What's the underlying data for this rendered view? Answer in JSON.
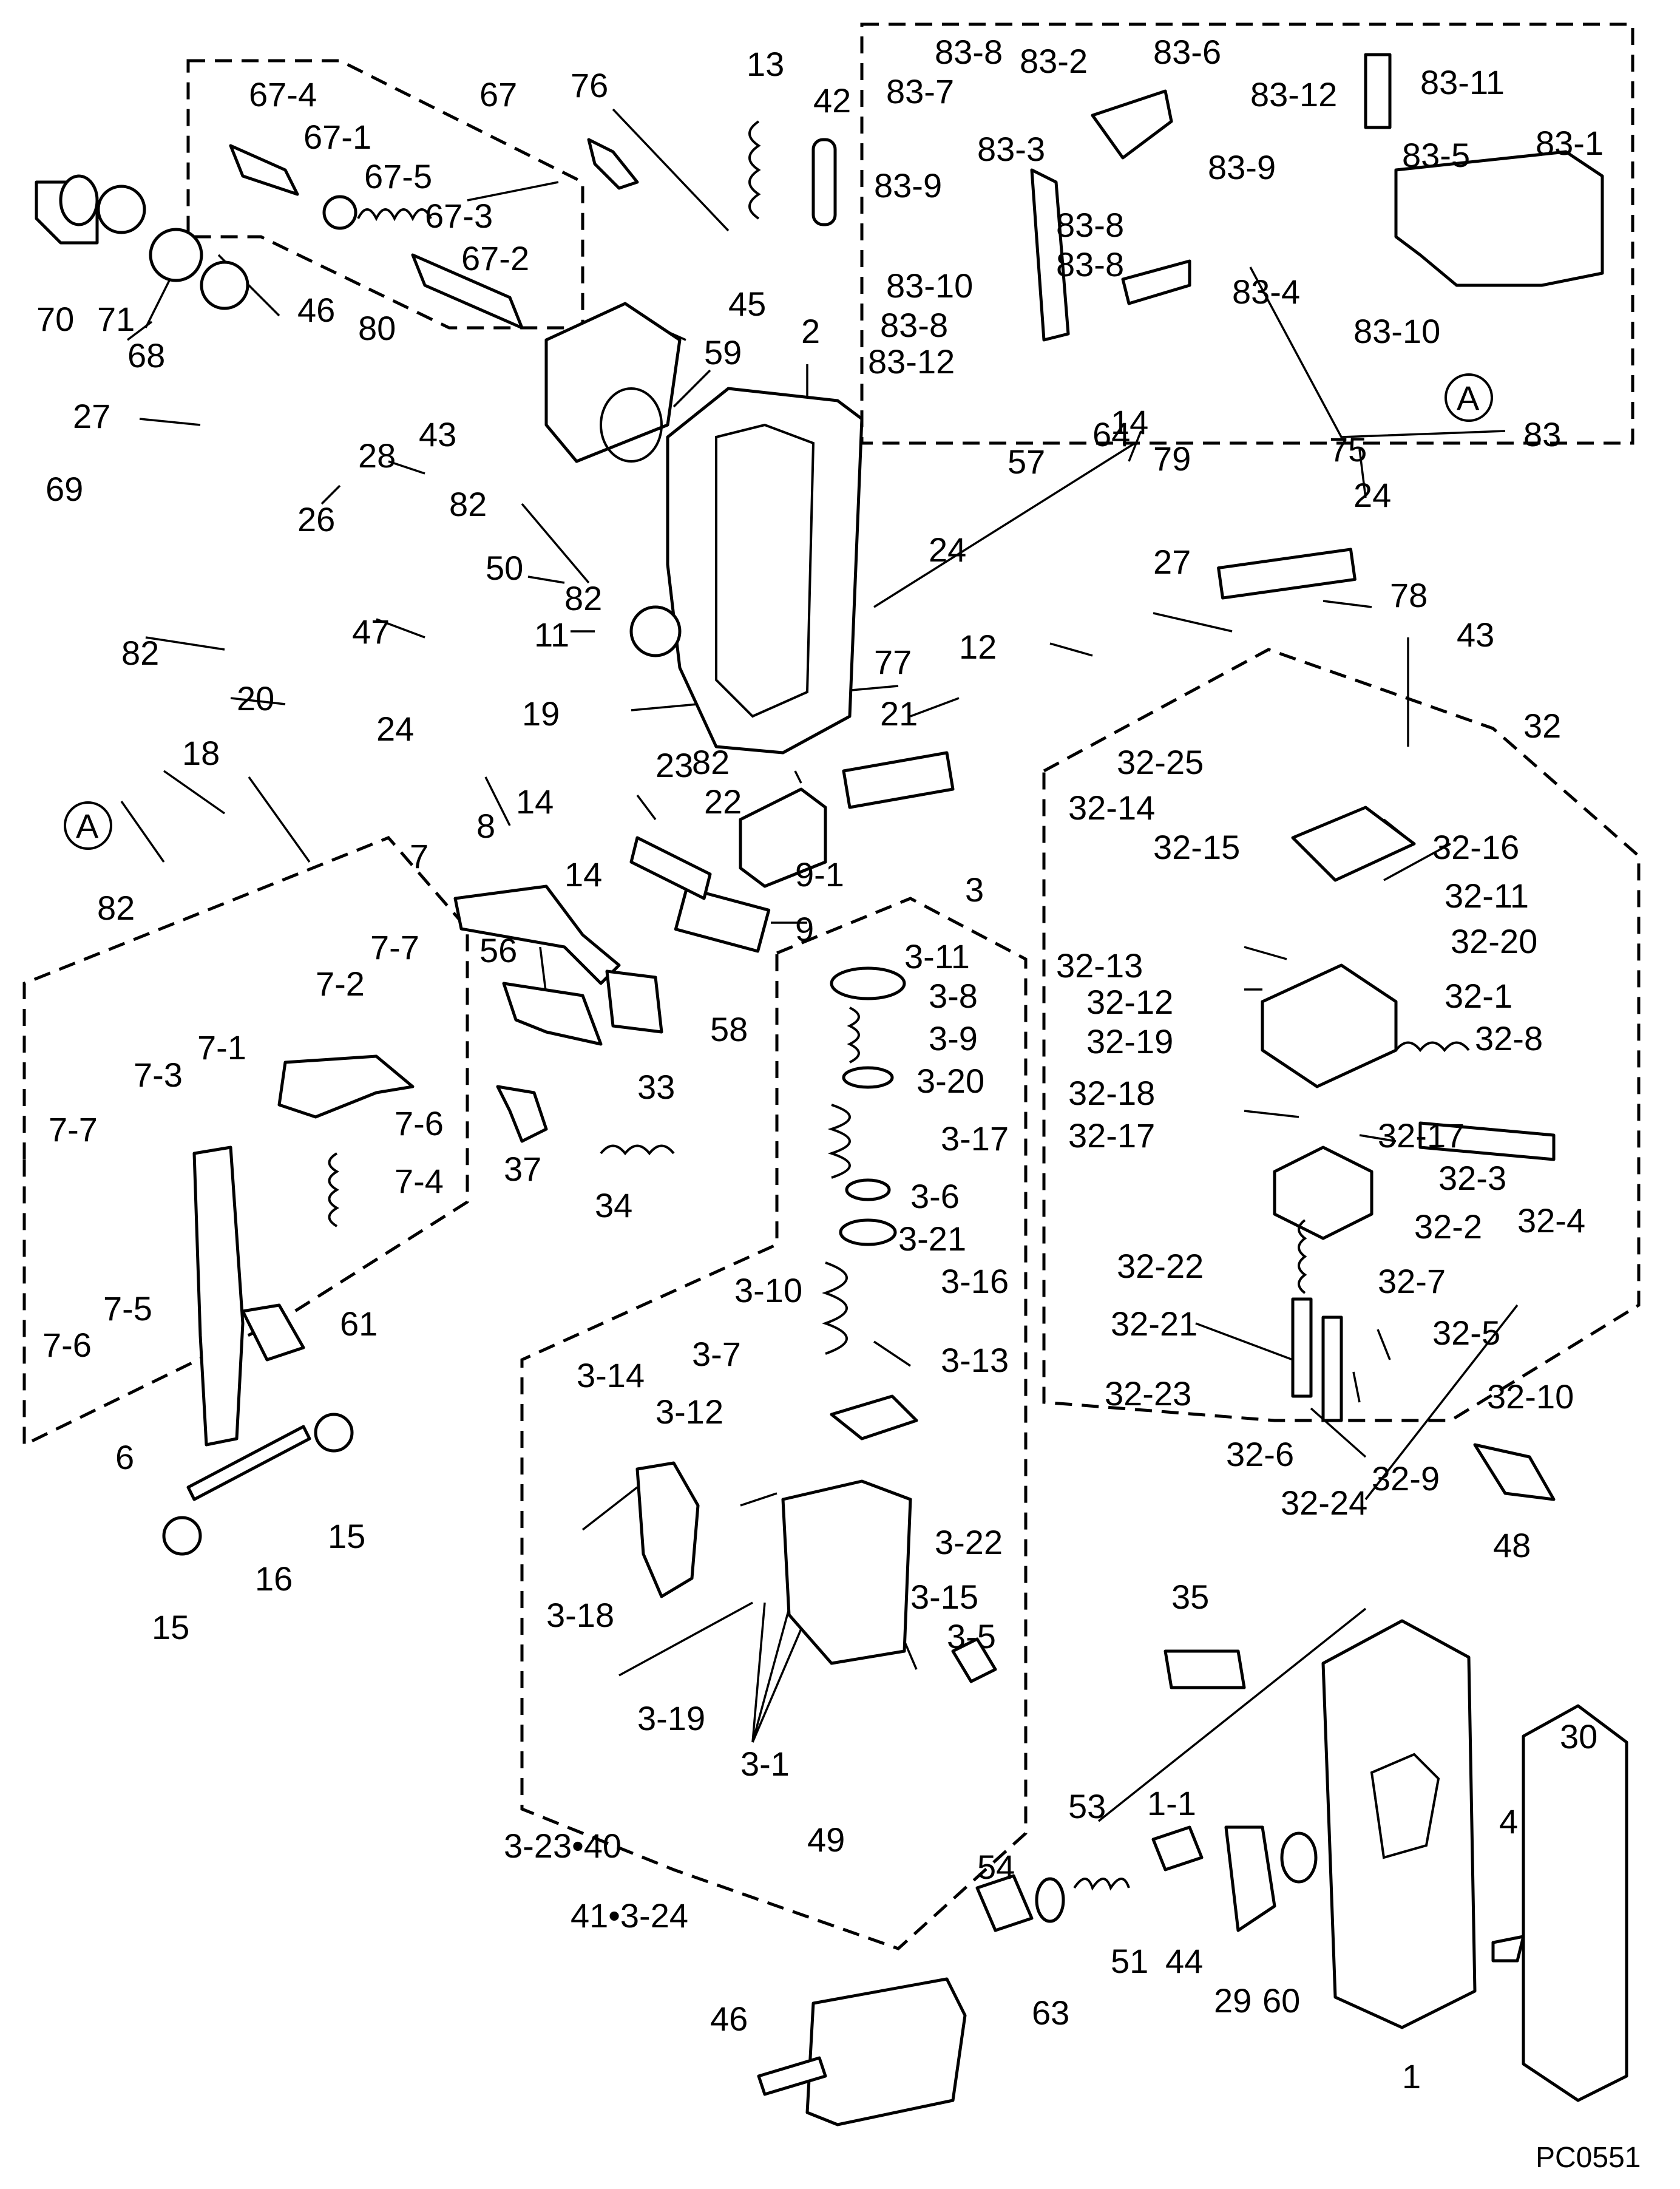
{
  "figure_code": "PC0551",
  "callouts": [
    {
      "id": "c-67-4",
      "text": "67-4"
    },
    {
      "id": "c-67",
      "text": "67"
    },
    {
      "id": "c-76",
      "text": "76"
    },
    {
      "id": "c-13",
      "text": "13"
    },
    {
      "id": "c-42",
      "text": "42"
    },
    {
      "id": "c-67-1",
      "text": "67-1"
    },
    {
      "id": "c-67-5",
      "text": "67-5"
    },
    {
      "id": "c-67-3",
      "text": "67-3"
    },
    {
      "id": "c-67-2",
      "text": "67-2"
    },
    {
      "id": "c-70",
      "text": "70"
    },
    {
      "id": "c-71",
      "text": "71"
    },
    {
      "id": "c-68",
      "text": "68"
    },
    {
      "id": "c-46a",
      "text": "46"
    },
    {
      "id": "c-80",
      "text": "80"
    },
    {
      "id": "c-45",
      "text": "45"
    },
    {
      "id": "c-2",
      "text": "2"
    },
    {
      "id": "c-59",
      "text": "59"
    },
    {
      "id": "c-27a",
      "text": "27"
    },
    {
      "id": "c-43a",
      "text": "43"
    },
    {
      "id": "c-28",
      "text": "28"
    },
    {
      "id": "c-82a",
      "text": "82"
    },
    {
      "id": "c-69",
      "text": "69"
    },
    {
      "id": "c-26",
      "text": "26"
    },
    {
      "id": "c-50",
      "text": "50"
    },
    {
      "id": "c-82b",
      "text": "82"
    },
    {
      "id": "c-82c",
      "text": "82"
    },
    {
      "id": "c-47",
      "text": "47"
    },
    {
      "id": "c-11",
      "text": "11"
    },
    {
      "id": "c-24a",
      "text": "24"
    },
    {
      "id": "c-20",
      "text": "20"
    },
    {
      "id": "c-19",
      "text": "19"
    },
    {
      "id": "c-18",
      "text": "18"
    },
    {
      "id": "c-Aa",
      "text": "A"
    },
    {
      "id": "c-82d",
      "text": "82"
    },
    {
      "id": "c-82e",
      "text": "82"
    },
    {
      "id": "c-14a",
      "text": "14"
    },
    {
      "id": "c-23",
      "text": "23"
    },
    {
      "id": "c-22",
      "text": "22"
    },
    {
      "id": "c-21",
      "text": "21"
    },
    {
      "id": "c-77",
      "text": "77"
    },
    {
      "id": "c-9-1",
      "text": "9-1"
    },
    {
      "id": "c-9",
      "text": "9"
    },
    {
      "id": "c-8",
      "text": "8"
    },
    {
      "id": "c-7",
      "text": "7"
    },
    {
      "id": "c-14b",
      "text": "14"
    },
    {
      "id": "c-56",
      "text": "56"
    },
    {
      "id": "c-58",
      "text": "58"
    },
    {
      "id": "c-33",
      "text": "33"
    },
    {
      "id": "c-7-2",
      "text": "7-2"
    },
    {
      "id": "c-7-7a",
      "text": "7-7"
    },
    {
      "id": "c-7-3",
      "text": "7-3"
    },
    {
      "id": "c-7-1",
      "text": "7-1"
    },
    {
      "id": "c-7-7b",
      "text": "7-7"
    },
    {
      "id": "c-7-6a",
      "text": "7-6"
    },
    {
      "id": "c-7-4",
      "text": "7-4"
    },
    {
      "id": "c-37",
      "text": "37"
    },
    {
      "id": "c-34",
      "text": "34"
    },
    {
      "id": "c-7-5",
      "text": "7-5"
    },
    {
      "id": "c-7-6b",
      "text": "7-6"
    },
    {
      "id": "c-61",
      "text": "61"
    },
    {
      "id": "c-6",
      "text": "6"
    },
    {
      "id": "c-15a",
      "text": "15"
    },
    {
      "id": "c-16",
      "text": "16"
    },
    {
      "id": "c-15b",
      "text": "15"
    },
    {
      "id": "c-83-8a",
      "text": "83-8"
    },
    {
      "id": "c-83-2",
      "text": "83-2"
    },
    {
      "id": "c-83-6",
      "text": "83-6"
    },
    {
      "id": "c-83-7",
      "text": "83-7"
    },
    {
      "id": "c-83-12a",
      "text": "83-12"
    },
    {
      "id": "c-83-11",
      "text": "83-11"
    },
    {
      "id": "c-83-5",
      "text": "83-5"
    },
    {
      "id": "c-83-1",
      "text": "83-1"
    },
    {
      "id": "c-83-3",
      "text": "83-3"
    },
    {
      "id": "c-83-9a",
      "text": "83-9"
    },
    {
      "id": "c-83-9b",
      "text": "83-9"
    },
    {
      "id": "c-83-8b",
      "text": "83-8"
    },
    {
      "id": "c-83-8c",
      "text": "83-8"
    },
    {
      "id": "c-83-10a",
      "text": "83-10"
    },
    {
      "id": "c-83-4",
      "text": "83-4"
    },
    {
      "id": "c-83-8d",
      "text": "83-8"
    },
    {
      "id": "c-83-10b",
      "text": "83-10"
    },
    {
      "id": "c-83-12b",
      "text": "83-12"
    },
    {
      "id": "c-Ab",
      "text": "A"
    },
    {
      "id": "c-83",
      "text": "83"
    },
    {
      "id": "c-14c",
      "text": "14"
    },
    {
      "id": "c-79",
      "text": "79"
    },
    {
      "id": "c-75",
      "text": "75"
    },
    {
      "id": "c-64",
      "text": "64"
    },
    {
      "id": "c-57",
      "text": "57"
    },
    {
      "id": "c-24b",
      "text": "24"
    },
    {
      "id": "c-24c",
      "text": "24"
    },
    {
      "id": "c-27b",
      "text": "27"
    },
    {
      "id": "c-78",
      "text": "78"
    },
    {
      "id": "c-43b",
      "text": "43"
    },
    {
      "id": "c-12",
      "text": "12"
    },
    {
      "id": "c-32",
      "text": "32"
    },
    {
      "id": "c-32-25",
      "text": "32-25"
    },
    {
      "id": "c-32-14",
      "text": "32-14"
    },
    {
      "id": "c-32-16",
      "text": "32-16"
    },
    {
      "id": "c-32-15",
      "text": "32-15"
    },
    {
      "id": "c-32-11",
      "text": "32-11"
    },
    {
      "id": "c-32-20",
      "text": "32-20"
    },
    {
      "id": "c-32-13",
      "text": "32-13"
    },
    {
      "id": "c-32-12",
      "text": "32-12"
    },
    {
      "id": "c-32-1",
      "text": "32-1"
    },
    {
      "id": "c-32-19",
      "text": "32-19"
    },
    {
      "id": "c-32-8",
      "text": "32-8"
    },
    {
      "id": "c-32-18",
      "text": "32-18"
    },
    {
      "id": "c-32-17a",
      "text": "32-17"
    },
    {
      "id": "c-32-17b",
      "text": "32-17"
    },
    {
      "id": "c-32-3",
      "text": "32-3"
    },
    {
      "id": "c-32-2",
      "text": "32-2"
    },
    {
      "id": "c-32-4",
      "text": "32-4"
    },
    {
      "id": "c-32-22",
      "text": "32-22"
    },
    {
      "id": "c-32-7",
      "text": "32-7"
    },
    {
      "id": "c-32-21",
      "text": "32-21"
    },
    {
      "id": "c-32-5",
      "text": "32-5"
    },
    {
      "id": "c-32-23",
      "text": "32-23"
    },
    {
      "id": "c-32-10",
      "text": "32-10"
    },
    {
      "id": "c-32-6",
      "text": "32-6"
    },
    {
      "id": "c-32-9",
      "text": "32-9"
    },
    {
      "id": "c-32-24",
      "text": "32-24"
    },
    {
      "id": "c-3",
      "text": "3"
    },
    {
      "id": "c-3-11",
      "text": "3-11"
    },
    {
      "id": "c-3-8",
      "text": "3-8"
    },
    {
      "id": "c-3-9",
      "text": "3-9"
    },
    {
      "id": "c-3-20",
      "text": "3-20"
    },
    {
      "id": "c-3-17",
      "text": "3-17"
    },
    {
      "id": "c-3-6",
      "text": "3-6"
    },
    {
      "id": "c-3-21",
      "text": "3-21"
    },
    {
      "id": "c-3-16",
      "text": "3-16"
    },
    {
      "id": "c-3-10",
      "text": "3-10"
    },
    {
      "id": "c-3-7",
      "text": "3-7"
    },
    {
      "id": "c-3-13",
      "text": "3-13"
    },
    {
      "id": "c-3-14",
      "text": "3-14"
    },
    {
      "id": "c-3-12",
      "text": "3-12"
    },
    {
      "id": "c-3-22",
      "text": "3-22"
    },
    {
      "id": "c-3-18",
      "text": "3-18"
    },
    {
      "id": "c-3-15",
      "text": "3-15"
    },
    {
      "id": "c-3-5",
      "text": "3-5"
    },
    {
      "id": "c-3-19",
      "text": "3-19"
    },
    {
      "id": "c-3-1",
      "text": "3-1"
    },
    {
      "id": "c-3-23-40",
      "text": "3-23•40"
    },
    {
      "id": "c-41-3-24",
      "text": "41•3-24"
    },
    {
      "id": "c-35",
      "text": "35"
    },
    {
      "id": "c-48",
      "text": "48"
    },
    {
      "id": "c-30",
      "text": "30"
    },
    {
      "id": "c-49",
      "text": "49"
    },
    {
      "id": "c-54",
      "text": "54"
    },
    {
      "id": "c-53",
      "text": "53"
    },
    {
      "id": "c-1-1",
      "text": "1-1"
    },
    {
      "id": "c-4",
      "text": "4"
    },
    {
      "id": "c-46b",
      "text": "46"
    },
    {
      "id": "c-63",
      "text": "63"
    },
    {
      "id": "c-51",
      "text": "51"
    },
    {
      "id": "c-44",
      "text": "44"
    },
    {
      "id": "c-29",
      "text": "29"
    },
    {
      "id": "c-60",
      "text": "60"
    },
    {
      "id": "c-1",
      "text": "1"
    }
  ]
}
